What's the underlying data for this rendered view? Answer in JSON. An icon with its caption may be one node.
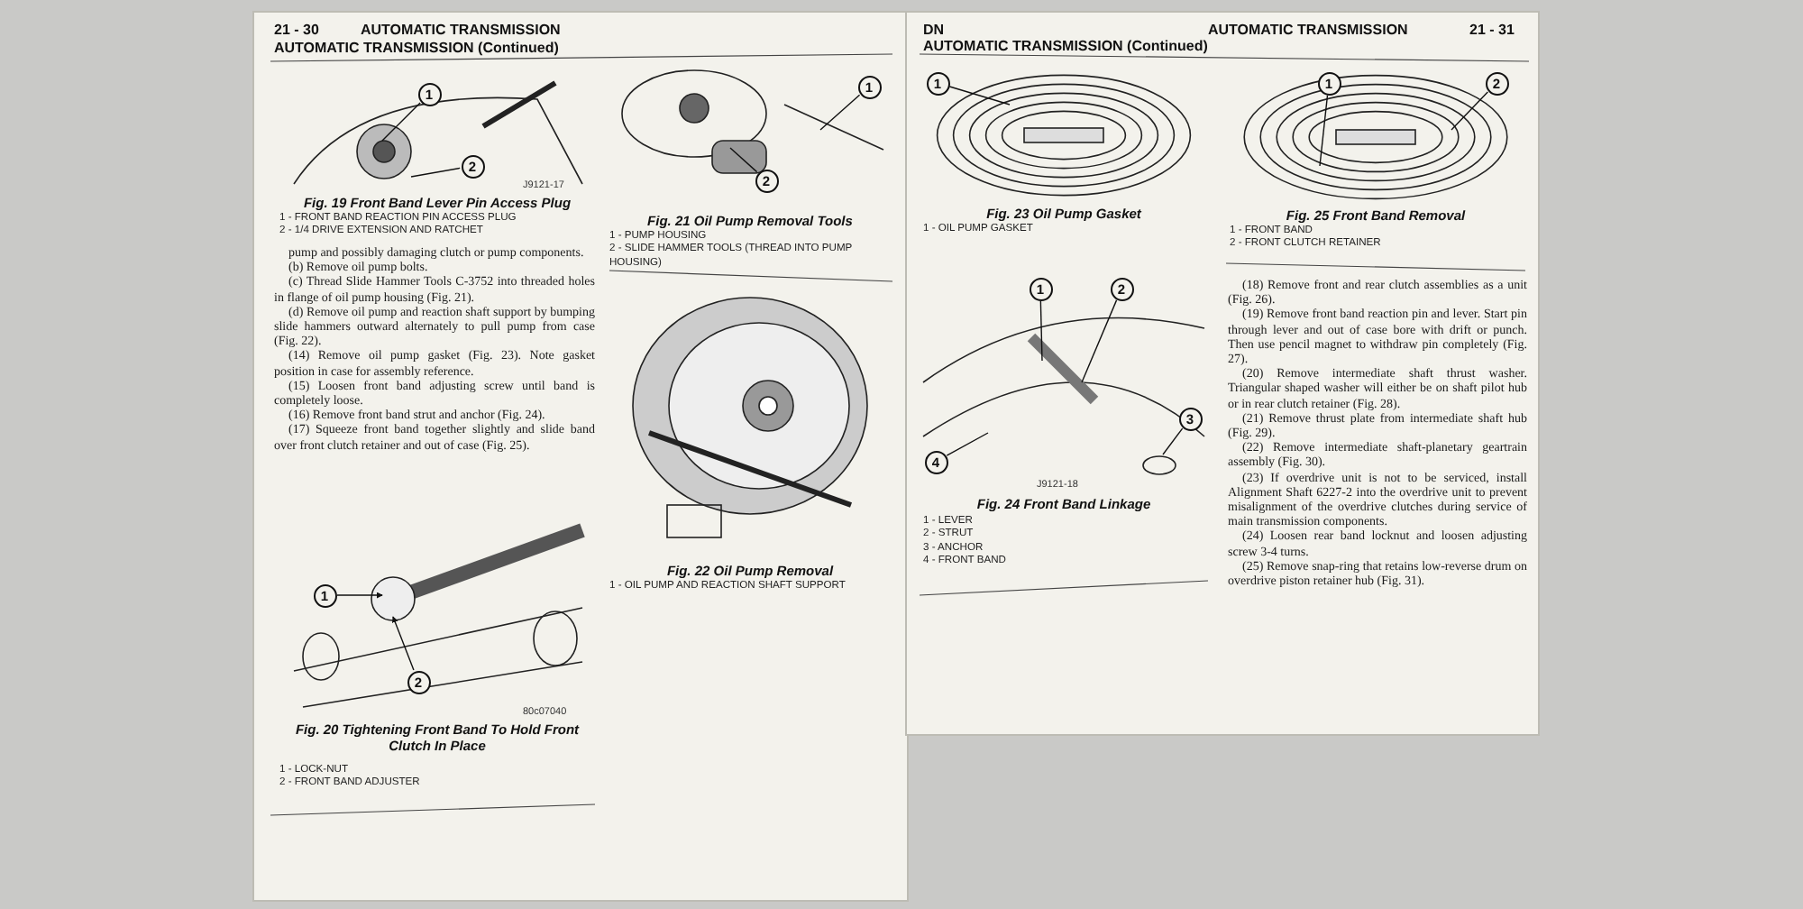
{
  "diagram": {
    "nodes": [
      {
        "text": [
          "1"
        ]
      },
      {
        "text": [
          "2"
        ]
      },
      {
        "text": [
          "1"
        ]
      },
      {
        "text": [
          "2"
        ]
      },
      {
        "text": [
          "1"
        ]
      },
      {
        "text": [
          "2"
        ]
      },
      {
        "text": [
          "1"
        ]
      },
      {
        "text": [
          "1"
        ]
      },
      {
        "text": [
          "2"
        ]
      },
      {
        "text": [
          "3"
        ]
      },
      {
        "text": [
          "4"
        ]
      },
      {
        "text": [
          "1"
        ]
      },
      {
        "text": [
          "2"
        ]
      }
    ],
    "edges": [
      {
        "from": 0,
        "to": null,
        "arrow": "none"
      },
      {
        "from": 1,
        "to": null,
        "arrow": "none"
      },
      {
        "from": 2,
        "to": null,
        "arrow": "none"
      },
      {
        "from": 3,
        "to": null,
        "arrow": "none"
      },
      {
        "from": 4,
        "to": null,
        "arrow": "to"
      },
      {
        "from": 5,
        "to": null,
        "arrow": "to"
      },
      {
        "from": 6,
        "to": null,
        "arrow": "none"
      },
      {
        "from": 7,
        "to": null,
        "arrow": "none"
      },
      {
        "from": 8,
        "to": null,
        "arrow": "none"
      },
      {
        "from": 9,
        "to": null,
        "arrow": "none"
      },
      {
        "from": 10,
        "to": null,
        "arrow": "none"
      },
      {
        "from": 11,
        "to": null,
        "arrow": "none"
      },
      {
        "from": 12,
        "to": null,
        "arrow": "none"
      }
    ],
    "labels": [
      "21 - 30",
      "AUTOMATIC TRANSMISSION",
      "AUTOMATIC TRANSMISSION (Continued)",
      "J9121-17",
      "Fig. 19 Front Band Lever Pin Access Plug",
      "1 - FRONT BAND REACTION PIN ACCESS PLUG",
      "2 - 1/4 DRIVE EXTENSION AND RATCHET",
      "pump and possibly damaging clutch or pump components.",
      "(b) Remove oil pump bolts.",
      "(c) Thread Slide Hammer Tools C-3752 into threaded holes in flange of oil pump housing (Fig. 21).",
      "(d) Remove oil pump and reaction shaft support by bumping slide hammers outward alternately to pull pump from case (Fig. 22).",
      "(14) Remove oil pump gasket (Fig. 23). Note gasket position in case for assembly reference.",
      "(15) Loosen front band adjusting screw until band is completely loose.",
      "(16) Remove front band strut and anchor (Fig. 24).",
      "(17) Squeeze front band together slightly and slide band over front clutch retainer and out of case (Fig. 25).",
      "80c07040",
      "Fig. 20 Tightening Front Band To Hold Front Clutch In Place",
      "1 - LOCK-NUT",
      "2 - FRONT BAND ADJUSTER",
      "Fig. 21 Oil Pump Removal Tools",
      "1 - PUMP HOUSING",
      "2 - SLIDE HAMMER TOOLS (THREAD INTO PUMP HOUSING)",
      "Fig. 22 Oil Pump Removal",
      "1 - OIL PUMP AND REACTION SHAFT SUPPORT",
      "DN",
      "AUTOMATIC TRANSMISSION (Continued)",
      "AUTOMATIC TRANSMISSION",
      "21 - 31",
      "Fig. 23 Oil Pump Gasket",
      "1 - OIL PUMP GASKET",
      "J9121-18",
      "Fig. 24 Front Band Linkage",
      "1 - LEVER",
      "2 - STRUT",
      "3 - ANCHOR",
      "4 - FRONT BAND",
      "Fig. 25 Front Band Removal",
      "1 - FRONT BAND",
      "2 - FRONT CLUTCH RETAINER",
      "(18) Remove front and rear clutch assemblies as a unit (Fig. 26).",
      "(19) Remove front band reaction pin and lever. Start pin through lever and out of case bore with drift or punch. Then use pencil magnet to withdraw pin completely (Fig. 27).",
      "(20) Remove intermediate shaft thrust washer. Triangular shaped washer will either be on shaft pilot hub or in rear clutch retainer (Fig. 28).",
      "(21) Remove thrust plate from intermediate shaft hub (Fig. 29).",
      "(22) Remove intermediate shaft-planetary geartrain assembly (Fig. 30).",
      "(23) If overdrive unit is not to be serviced, install Alignment Shaft 6227-2 into the overdrive unit to prevent misalignment of the overdrive clutches during service of main transmission components.",
      "(24) Loosen rear band locknut and loosen adjusting screw 3-4 turns.",
      "(25) Remove snap-ring that retains low-reverse drum on overdrive piston retainer hub (Fig. 31)."
    ]
  }
}
